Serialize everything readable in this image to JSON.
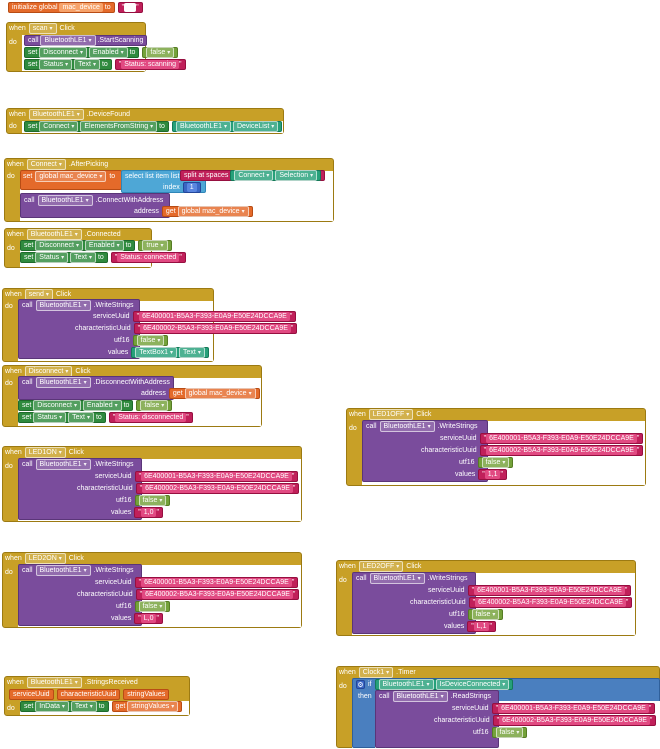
{
  "kw": {
    "when": "when",
    "do": "do",
    "call": "call",
    "set": "set",
    "to": "to",
    "get": "get",
    "if": "if",
    "then": "then",
    "initialize_global": "initialize global",
    "index": "index",
    "address": "address",
    "serviceUuid": "serviceUuid",
    "characteristicUuid": "characteristicUuid",
    "utf16": "utf16",
    "values": "values",
    "select_list_item": "select list item  list",
    "split_at_spaces": "split at spaces",
    "false": "false",
    "true": "true",
    "dropdown_arrow": "▾",
    "service_uuid_value": "6E400001-B5A3-F393-E0A9-E50E24DCCA9E",
    "char_uuid_value": "6E400002-B5A3-F393-E0A9-E50E24DCCA9E"
  },
  "init": {
    "name": "mac_device",
    "value": ""
  },
  "scan": {
    "component": "scan",
    "event": "Click",
    "ble": "BluetoothLE1",
    "method": ".StartScanning",
    "disconnect": "Disconnect",
    "enabled": "Enabled",
    "status": "Status",
    "text_prop": "Text",
    "status_value": "Status: scanning"
  },
  "device_found": {
    "component": "BluetoothLE1",
    "event": ".DeviceFound",
    "connect": "Connect",
    "prop": "ElementsFromString",
    "ble": "BluetoothLE1",
    "device_list": "DeviceList"
  },
  "after_picking": {
    "component": "Connect",
    "event": ".AfterPicking",
    "var": "global mac_device",
    "connect": "Connect",
    "selection": "Selection",
    "index_value": "1",
    "ble": "BluetoothLE1",
    "method": ".ConnectWithAddress",
    "get_var": "global mac_device"
  },
  "connected": {
    "component": "BluetoothLE1",
    "event": ".Connected",
    "disconnect": "Disconnect",
    "enabled": "Enabled",
    "status": "Status",
    "text_prop": "Text",
    "status_value": "Status: connected"
  },
  "send": {
    "component": "send",
    "event": "Click",
    "ble": "BluetoothLE1",
    "method": ".WriteStrings",
    "textbox": "TextBox1",
    "text_prop": "Text"
  },
  "disconnect": {
    "component": "Disconnect",
    "event": "Click",
    "ble": "BluetoothLE1",
    "method": ".DisconnectWithAddress",
    "get_var": "global mac_device",
    "disconnect": "Disconnect",
    "enabled": "Enabled",
    "status": "Status",
    "text_prop": "Text",
    "status_value": "Status: disconnected"
  },
  "led1on": {
    "component": "LED1ON",
    "event": "Click",
    "ble": "BluetoothLE1",
    "method": ".WriteStrings",
    "value": "1,0"
  },
  "led1off": {
    "component": "LED1OFF",
    "event": "Click",
    "ble": "BluetoothLE1",
    "method": ".WriteStrings",
    "value": "1,1"
  },
  "led2on": {
    "component": "LED2ON",
    "event": "Click",
    "ble": "BluetoothLE1",
    "method": ".WriteStrings",
    "value": "L,0"
  },
  "led2off": {
    "component": "LED2OFF",
    "event": "Click",
    "ble": "BluetoothLE1",
    "method": ".WriteStrings",
    "value": "L,1"
  },
  "strings_received": {
    "component": "BluetoothLE1",
    "event": ".StringsReceived",
    "params": [
      "serviceUuid",
      "characteristicUuid",
      "stringValues"
    ],
    "indata": "InData",
    "text_prop": "Text",
    "get_var": "stringValues"
  },
  "timer": {
    "component": "Clock1",
    "event": ".Timer",
    "ble": "BluetoothLE1",
    "prop": "IsDeviceConnected",
    "method": ".ReadStrings"
  }
}
